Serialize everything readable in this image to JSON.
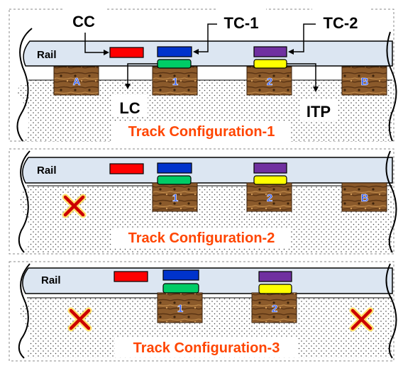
{
  "callouts": {
    "cc": "CC",
    "tc1": "TC-1",
    "tc2": "TC-2",
    "lc": "LC",
    "itp": "ITP"
  },
  "labels": {
    "rail": "Rail"
  },
  "panels": [
    {
      "title": "Track Configuration-1",
      "sleepers": [
        "A",
        "1",
        "2",
        "B"
      ]
    },
    {
      "title": "Track Configuration-2",
      "sleepers": [
        "1",
        "2",
        "B"
      ],
      "removed_marker_count": 1
    },
    {
      "title": "Track Configuration-3",
      "sleepers": [
        "1",
        "2"
      ],
      "removed_marker_count": 2
    }
  ],
  "colors": {
    "rail": "#dce6f2",
    "cc": "#ff0000",
    "tc1": "#0033cc",
    "tc2": "#7030a0",
    "pad1": "#00cc66",
    "pad2": "#ffff00",
    "title": "#ff4500",
    "sleeper_label": "#1f4fff",
    "x_mark": "#cc0000"
  }
}
